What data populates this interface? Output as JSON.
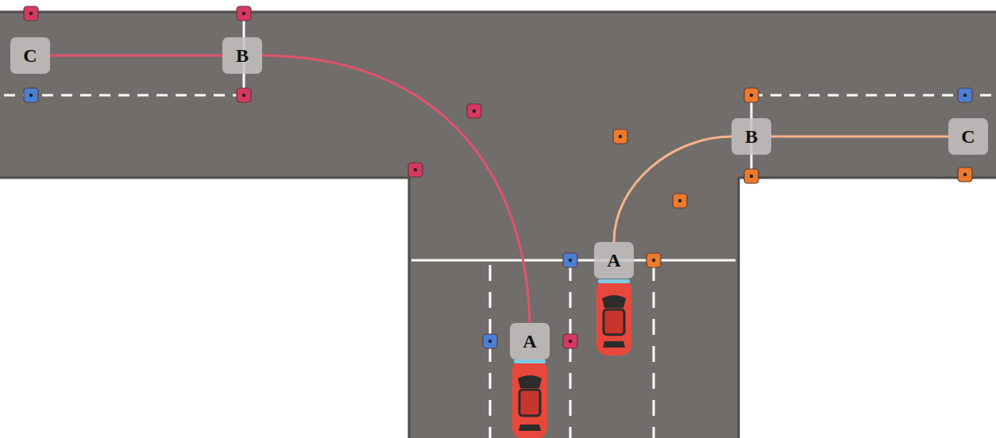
{
  "diagram": {
    "nodes": [
      {
        "text": [
          "C"
        ]
      },
      {
        "text": [
          "B"
        ]
      },
      {
        "text": [
          "B"
        ]
      },
      {
        "text": [
          "C"
        ]
      },
      {
        "text": [
          "A"
        ]
      },
      {
        "text": [
          "A"
        ]
      }
    ],
    "edges": [
      {
        "from": 5,
        "to": 1,
        "arrow": "none"
      },
      {
        "from": 1,
        "to": 0,
        "arrow": "none"
      },
      {
        "from": 4,
        "to": 2,
        "arrow": "none"
      },
      {
        "from": 2,
        "to": 3,
        "arrow": "none"
      }
    ]
  }
}
